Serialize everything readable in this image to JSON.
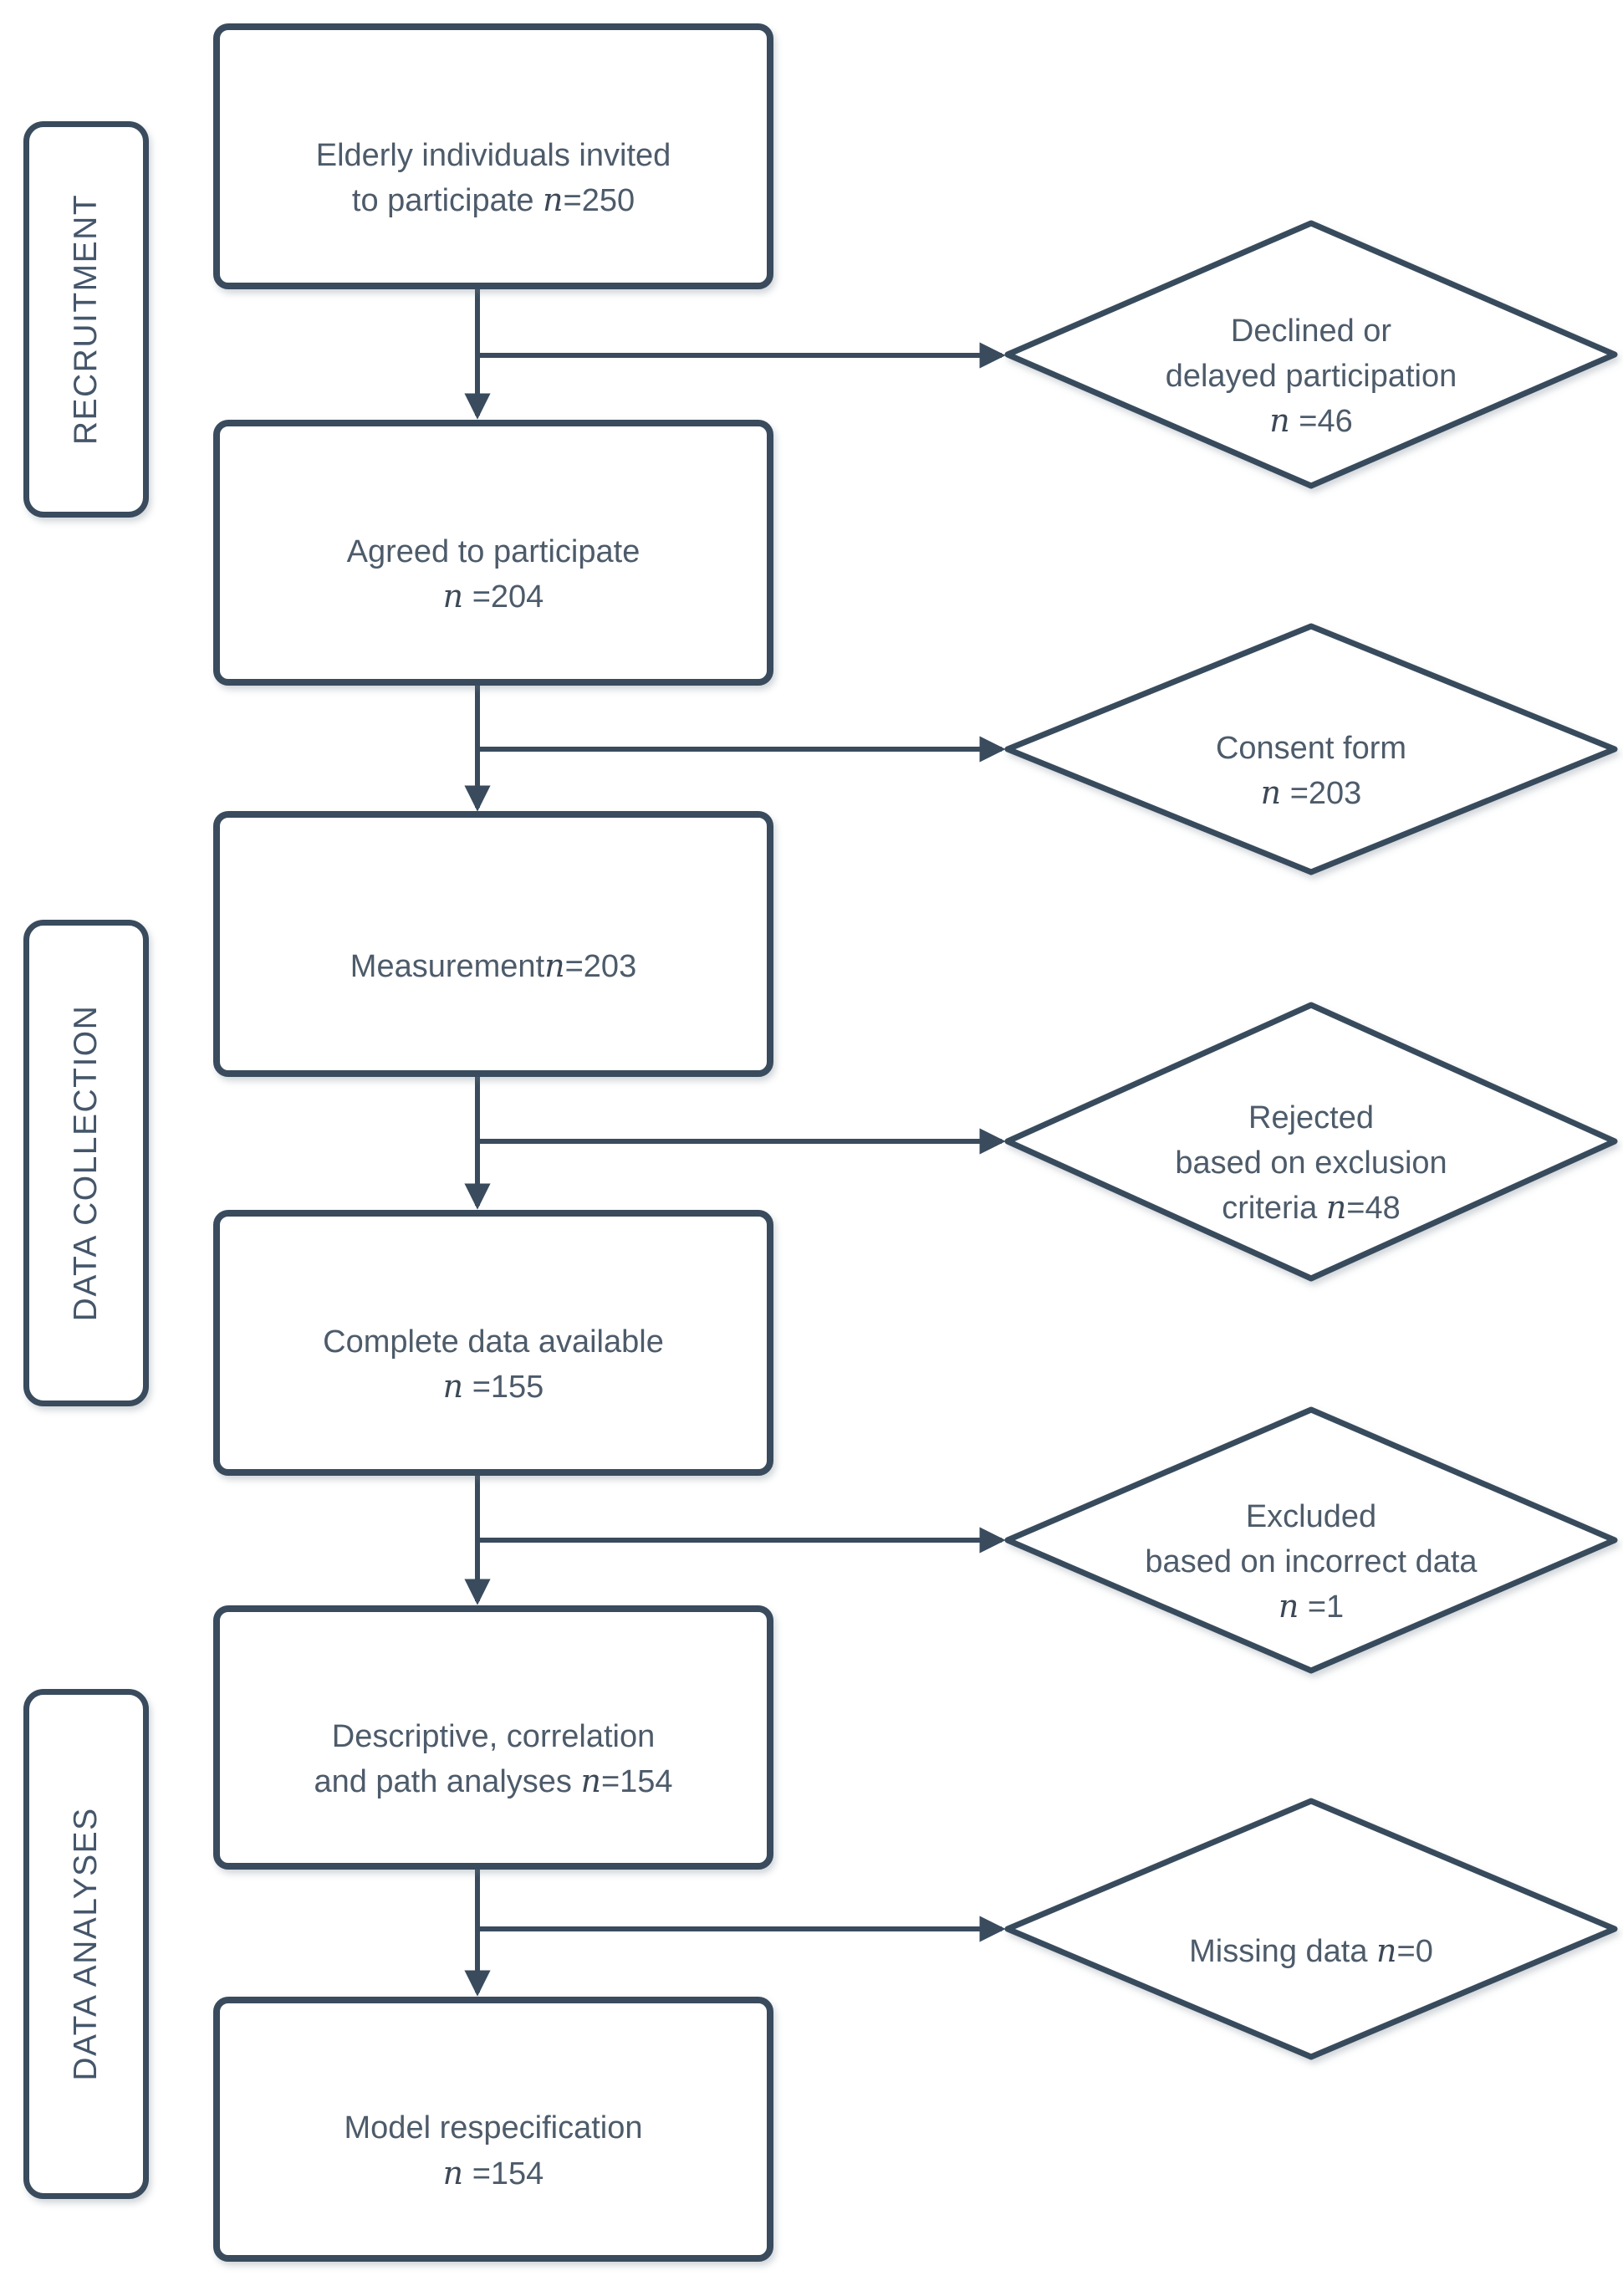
{
  "stages": [
    {
      "label": "RECRUITMENT"
    },
    {
      "label": "DATA COLLECTION"
    },
    {
      "label": "DATA ANALYSES"
    }
  ],
  "boxes": [
    {
      "id": "invited",
      "pre": "Elderly individuals invited\nto participate ",
      "n": "n",
      "post": "=250"
    },
    {
      "id": "agreed",
      "pre": "Agreed to participate\n",
      "n": "n",
      "post": " =204"
    },
    {
      "id": "measurement",
      "pre": "Measurement",
      "n": "n",
      "post": "=203"
    },
    {
      "id": "complete-data",
      "pre": "Complete data available\n",
      "n": "n",
      "post": " =155"
    },
    {
      "id": "analyses",
      "pre": "Descriptive, correlation\nand path analyses ",
      "n": "n",
      "post": "=154"
    },
    {
      "id": "respecification",
      "pre": "Model respecification\n",
      "n": "n",
      "post": " =154"
    }
  ],
  "diamonds": [
    {
      "id": "declined",
      "pre": "Declined or\ndelayed participation\n",
      "n": "n",
      "post": " =46"
    },
    {
      "id": "consent",
      "pre": "Consent form\n",
      "n": "n",
      "post": " =203"
    },
    {
      "id": "rejected",
      "pre": "Rejected\nbased on exclusion\ncriteria ",
      "n": "n",
      "post": "=48"
    },
    {
      "id": "excluded",
      "pre": "Excluded\nbased on incorrect data\n",
      "n": "n",
      "post": " =1"
    },
    {
      "id": "missing",
      "pre": "Missing data ",
      "n": "n",
      "post": "=0"
    }
  ],
  "colors": {
    "stroke": "#394b5d",
    "text": "#4d5b6a",
    "n_text": "#3c4856",
    "background": "#ffffff"
  }
}
